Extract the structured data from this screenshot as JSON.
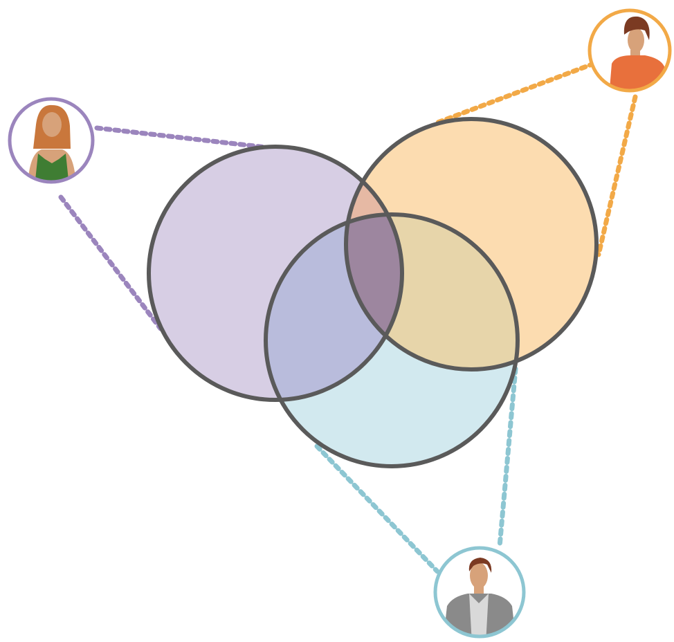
{
  "colors": {
    "background": "#ffffff",
    "outline": "#5a5a5a",
    "purple": "#9b85bd",
    "purple_fill": "#d7cee4",
    "orange": "#f2a947",
    "orange_fill": "#fcdcb0",
    "blue": "#8dc6d2",
    "blue_fill": "#d2e9ef",
    "skin": "#d7a27a",
    "hair_blonde": "#c9773c",
    "hair_dark": "#7b3a22",
    "shirt_green": "#3f7d33",
    "shirt_orange": "#e8703c",
    "jacket_grey": "#8a8a8a",
    "shirt_light": "#d9d9d9"
  },
  "diagram": {
    "type": "three-set venn diagram with person avatars",
    "sets": [
      {
        "id": "purple",
        "color_key": "purple",
        "fill_key": "purple_fill",
        "person": "woman"
      },
      {
        "id": "orange",
        "color_key": "orange",
        "fill_key": "orange_fill",
        "person": "man-orange-shirt"
      },
      {
        "id": "blue",
        "color_key": "blue",
        "fill_key": "blue_fill",
        "person": "man-grey-jacket"
      }
    ],
    "avatars": [
      {
        "id": "woman",
        "icon": "woman-avatar-icon",
        "ring_key": "purple"
      },
      {
        "id": "man-orange-shirt",
        "icon": "man-avatar-icon",
        "ring_key": "orange"
      },
      {
        "id": "man-grey-jacket",
        "icon": "businessman-avatar-icon",
        "ring_key": "blue"
      }
    ]
  }
}
